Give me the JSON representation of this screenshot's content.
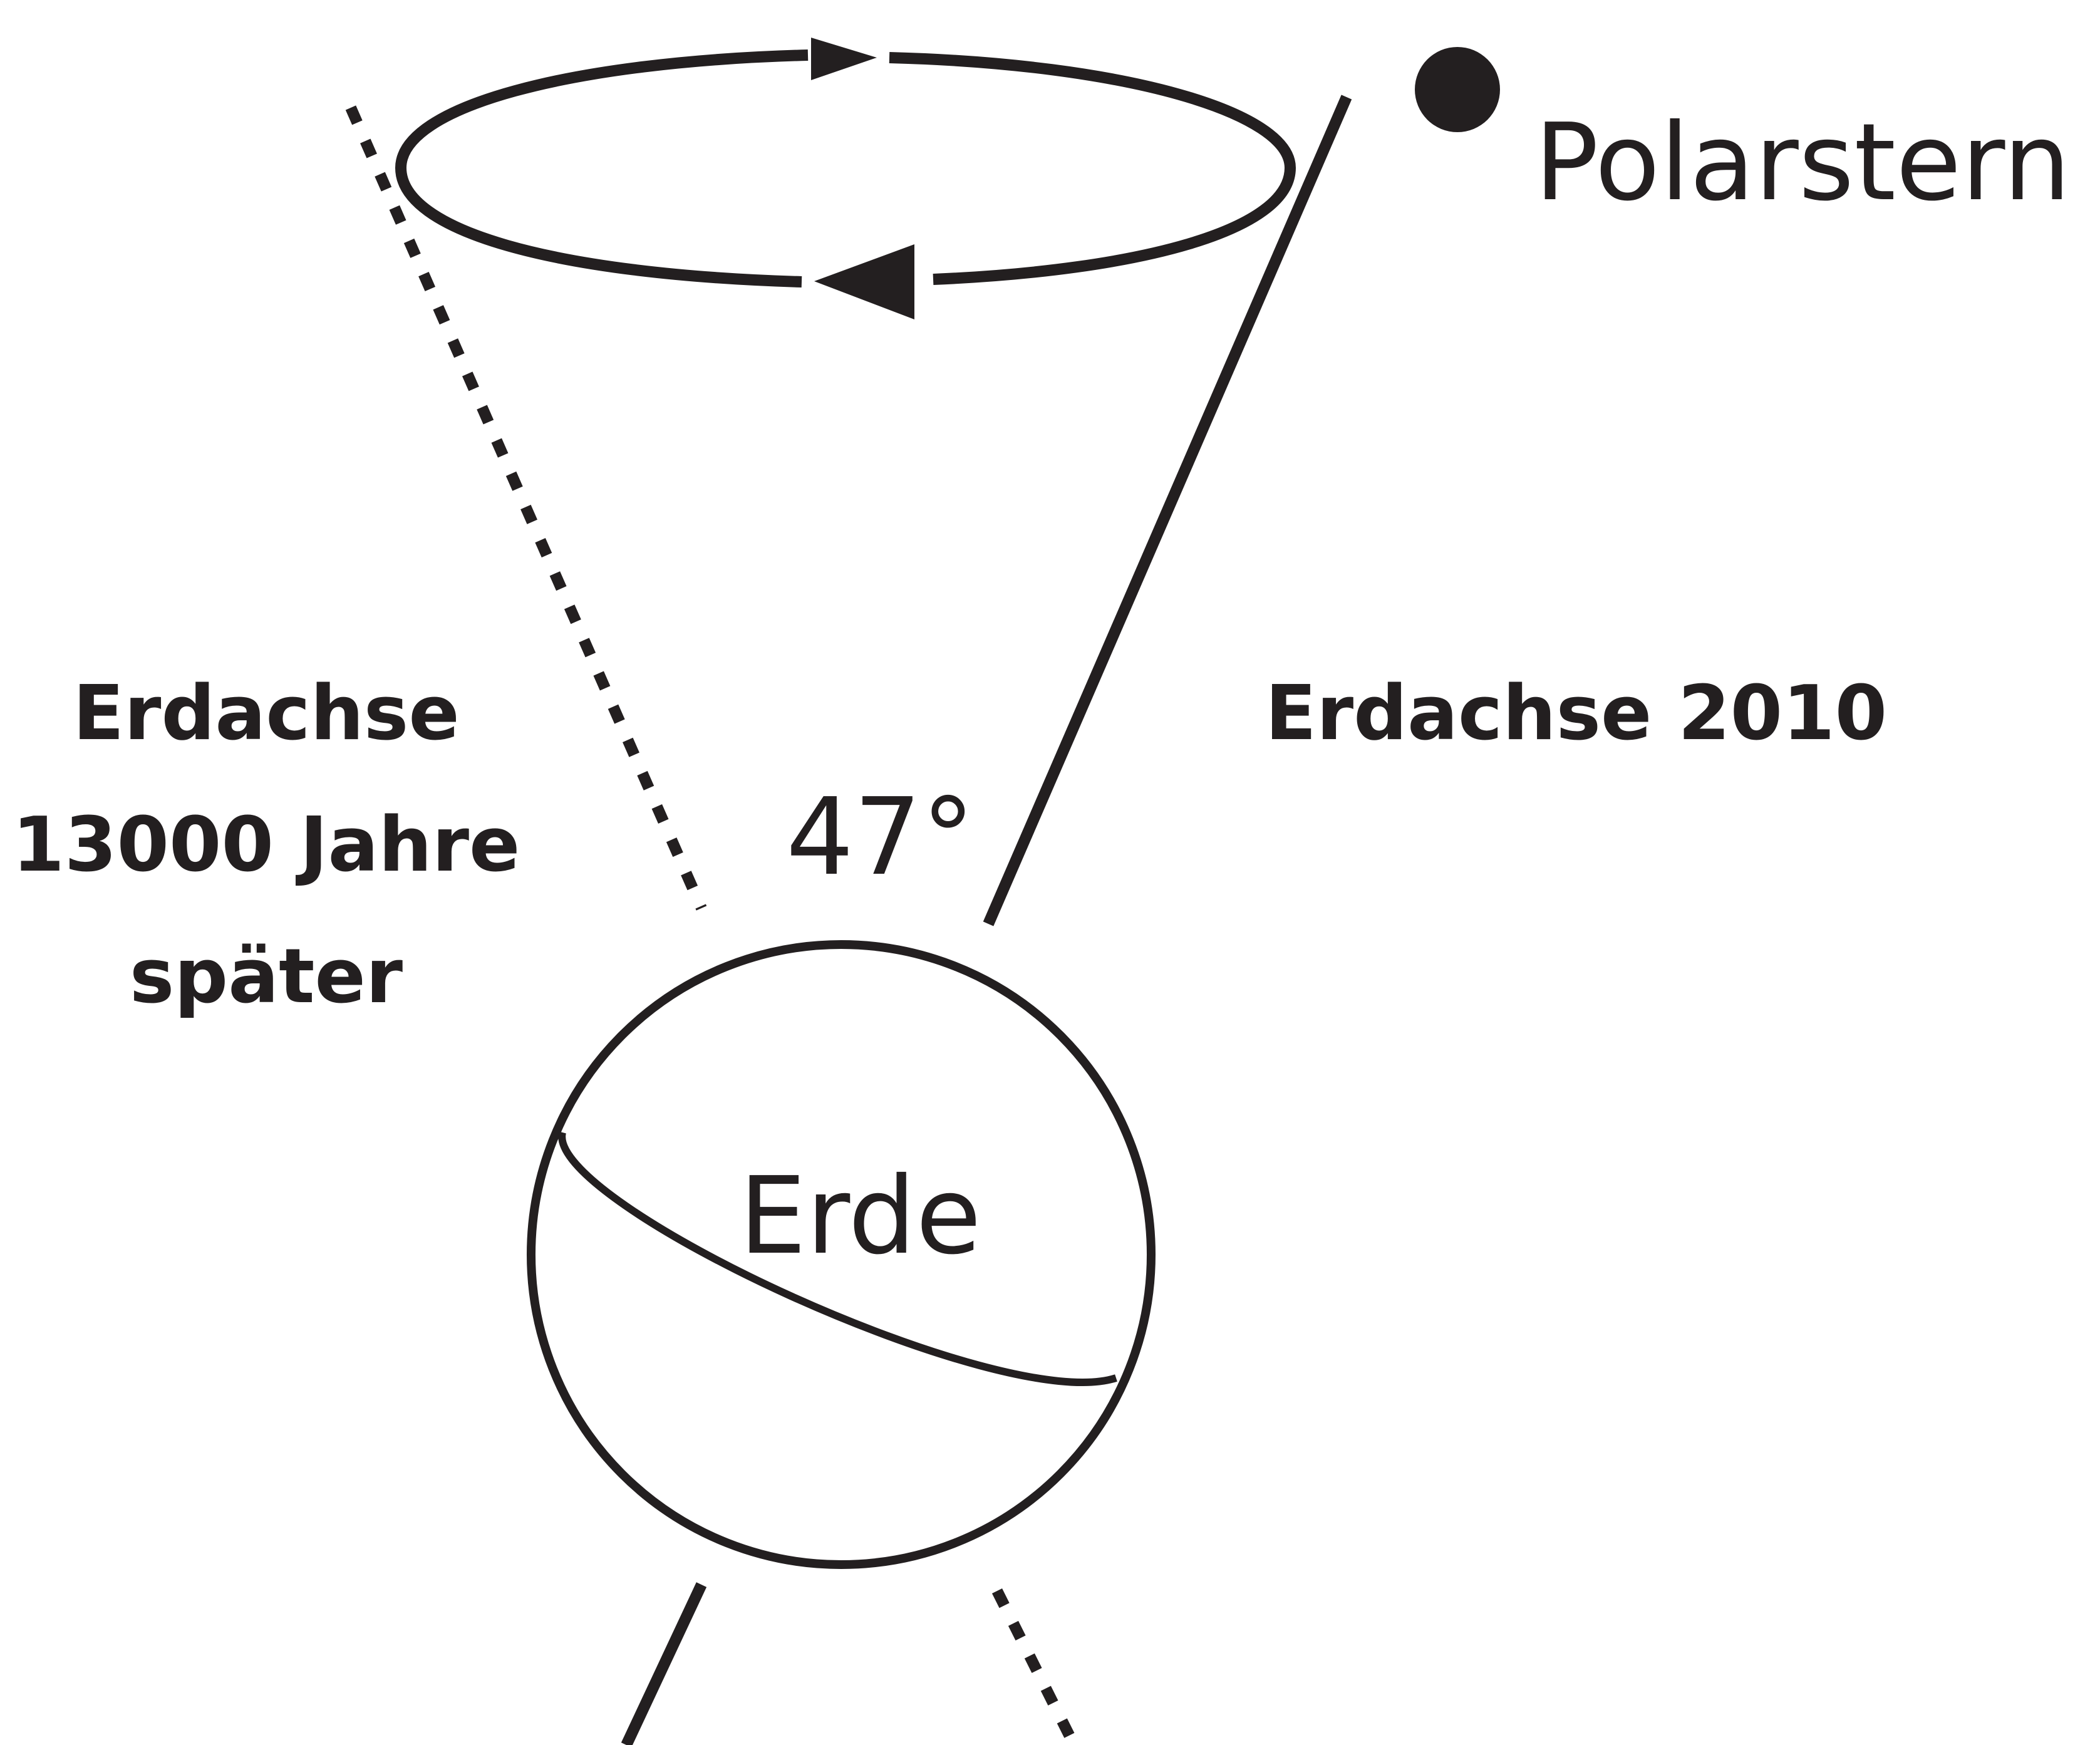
{
  "labels": {
    "polarstern": "Polarstern",
    "axis_now": "Erdachse 2010",
    "axis_future_line1": "Erdachse",
    "axis_future_line2": "13000 Jahre",
    "axis_future_line3": "später",
    "angle": "47°",
    "earth": "Erde"
  },
  "colors": {
    "ink": "#231f20",
    "background": "#ffffff"
  }
}
